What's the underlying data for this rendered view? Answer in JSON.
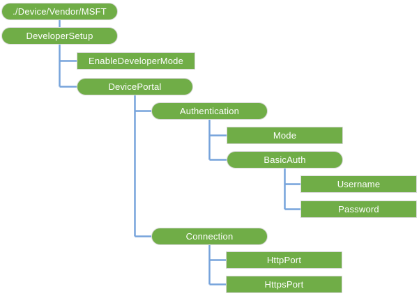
{
  "colors": {
    "node_fill": "#70AD47",
    "node_border": "#D9D9D9",
    "connector": "#76A3DB",
    "text": "#FFFFFF",
    "background": "#FFFFFF"
  },
  "nodes": [
    {
      "id": "root",
      "label": "./Device/Vendor/MSFT",
      "shape": "pill"
    },
    {
      "id": "developer-setup",
      "label": "DeveloperSetup",
      "shape": "pill"
    },
    {
      "id": "enable-developer-mode",
      "label": "EnableDeveloperMode",
      "shape": "rect"
    },
    {
      "id": "device-portal",
      "label": "DevicePortal",
      "shape": "pill"
    },
    {
      "id": "authentication",
      "label": "Authentication",
      "shape": "pill"
    },
    {
      "id": "mode",
      "label": "Mode",
      "shape": "rect"
    },
    {
      "id": "basic-auth",
      "label": "BasicAuth",
      "shape": "pill"
    },
    {
      "id": "username",
      "label": "Username",
      "shape": "rect"
    },
    {
      "id": "password",
      "label": "Password",
      "shape": "rect"
    },
    {
      "id": "connection",
      "label": "Connection",
      "shape": "pill"
    },
    {
      "id": "http-port",
      "label": "HttpPort",
      "shape": "rect"
    },
    {
      "id": "https-port",
      "label": "HttpsPort",
      "shape": "rect"
    }
  ],
  "edges": [
    {
      "parent": "./Device/Vendor/MSFT",
      "child": "DeveloperSetup"
    },
    {
      "parent": "DeveloperSetup",
      "child": "EnableDeveloperMode"
    },
    {
      "parent": "DeveloperSetup",
      "child": "DevicePortal"
    },
    {
      "parent": "DevicePortal",
      "child": "Authentication"
    },
    {
      "parent": "DevicePortal",
      "child": "Connection"
    },
    {
      "parent": "Authentication",
      "child": "Mode"
    },
    {
      "parent": "Authentication",
      "child": "BasicAuth"
    },
    {
      "parent": "BasicAuth",
      "child": "Username"
    },
    {
      "parent": "BasicAuth",
      "child": "Password"
    },
    {
      "parent": "Connection",
      "child": "HttpPort"
    },
    {
      "parent": "Connection",
      "child": "HttpsPort"
    }
  ]
}
